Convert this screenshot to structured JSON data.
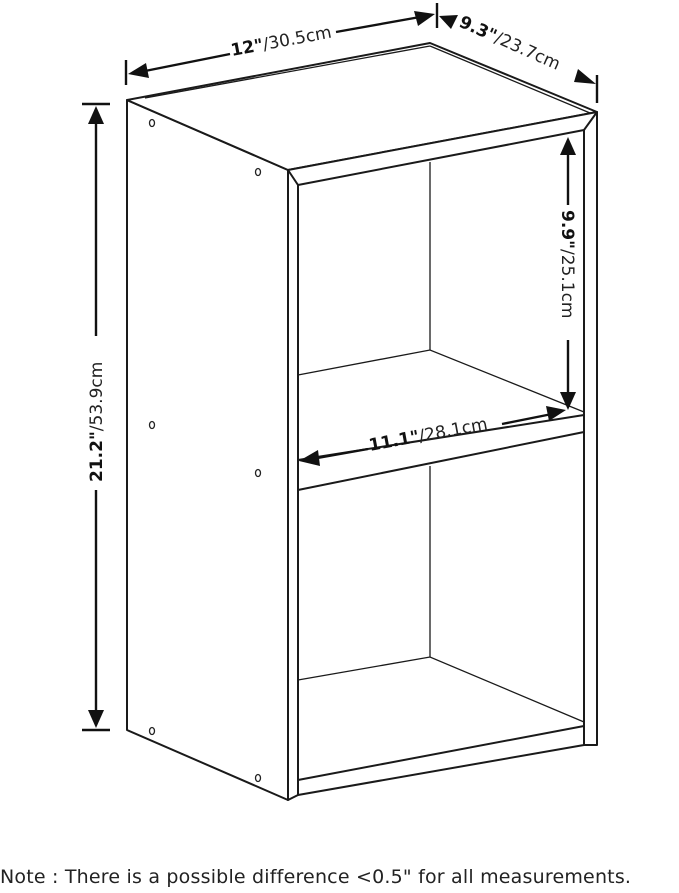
{
  "dimensions": {
    "width": {
      "imperial": "12\"",
      "metric": "/30.5cm"
    },
    "depth": {
      "imperial": "9.3\"",
      "metric": "/23.7cm"
    },
    "height": {
      "imperial": "21.2\"",
      "metric": "/53.9cm"
    },
    "shelf_height": {
      "imperial": "9.9\"",
      "metric": "/25.1cm"
    },
    "shelf_width": {
      "imperial": "11.1\"",
      "metric": "/28.1cm"
    }
  },
  "note": "Note : There is a possible difference <0.5\" for all measurements.",
  "colors": {
    "line": "#1a1a1a",
    "background": "#ffffff"
  }
}
